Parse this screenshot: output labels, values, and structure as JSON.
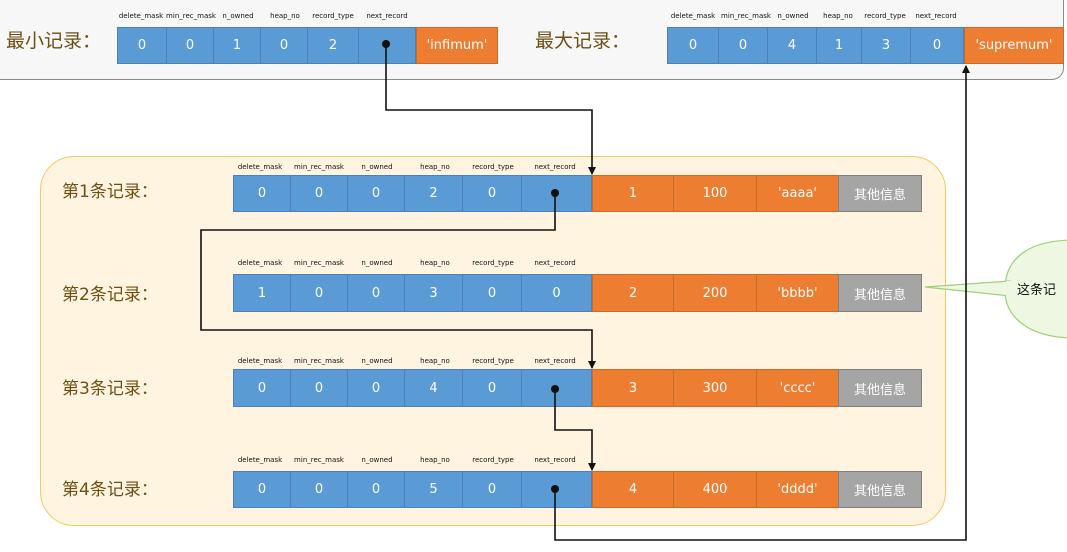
{
  "colors": {
    "header_cell": "#5b9bd5",
    "data_cell": "#ed7d31",
    "other_info_cell": "#a5a5a5",
    "records_panel": "#fef4e0",
    "records_panel_border": "#f3c863",
    "label_text": "#6e4f14",
    "callout_fill": "#eef7e2",
    "callout_border": "#9fcf7a"
  },
  "field_headers": [
    "delete_mask",
    "min_rec_mask",
    "n_owned",
    "heap_no",
    "record_type",
    "next_record"
  ],
  "infimum": {
    "label": "最小记录：",
    "values": [
      "0",
      "0",
      "1",
      "0",
      "2"
    ],
    "name": "'infimum'"
  },
  "supremum": {
    "label": "最大记录：",
    "values": [
      "0",
      "0",
      "4",
      "1",
      "3",
      "0"
    ],
    "name": "'supremum'"
  },
  "records": [
    {
      "label": "第1条记录：",
      "header": [
        "0",
        "0",
        "0",
        "2",
        "0"
      ],
      "next_record": "",
      "data": [
        "1",
        "100",
        "'aaaa'"
      ],
      "other": "其他信息"
    },
    {
      "label": "第2条记录：",
      "header": [
        "1",
        "0",
        "0",
        "3",
        "0"
      ],
      "next_record": "0",
      "data": [
        "2",
        "200",
        "'bbbb'"
      ],
      "other": "其他信息"
    },
    {
      "label": "第3条记录：",
      "header": [
        "0",
        "0",
        "0",
        "4",
        "0"
      ],
      "next_record": "",
      "data": [
        "3",
        "300",
        "'cccc'"
      ],
      "other": "其他信息"
    },
    {
      "label": "第4条记录：",
      "header": [
        "0",
        "0",
        "0",
        "5",
        "0"
      ],
      "next_record": "",
      "data": [
        "4",
        "400",
        "'dddd'"
      ],
      "other": "其他信息"
    }
  ],
  "callout": {
    "text": "这条记"
  }
}
